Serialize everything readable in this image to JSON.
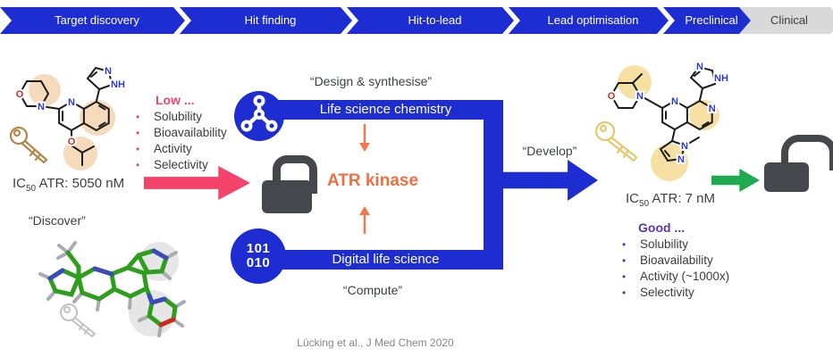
{
  "pipeline": {
    "stages": [
      {
        "label": "Target discovery",
        "state": "active"
      },
      {
        "label": "Hit finding",
        "state": "active"
      },
      {
        "label": "Hit-to-lead",
        "state": "active"
      },
      {
        "label": "Lead optimisation",
        "state": "active"
      },
      {
        "label": "Preclinical",
        "state": "active"
      },
      {
        "label": "Clinical",
        "state": "inactive"
      }
    ]
  },
  "left": {
    "ic50": {
      "prefix": "IC",
      "sub": "50",
      "rest": " ATR: 5050 nM"
    },
    "discover_label": "“Discover”",
    "low": {
      "title": "Low ...",
      "items": [
        "Solubility",
        "Bioavailability",
        "Activity",
        "Selectivity"
      ]
    },
    "molecule_atoms": [
      "O",
      "N",
      "N",
      "N",
      "NH",
      "O"
    ]
  },
  "center": {
    "design_label": "“Design & synthesise”",
    "compute_label": "“Compute”",
    "top_bar_label": "Life science chemistry",
    "bottom_bar_label": "Digital life science",
    "target_label": "ATR kinase",
    "binary_line1": "101",
    "binary_line2": "010",
    "develop_label": "“Develop”"
  },
  "right": {
    "ic50": {
      "prefix": "IC",
      "sub": "50",
      "rest": " ATR: 7 nM"
    },
    "good": {
      "title": "Good ...",
      "items": [
        "Solubility",
        "Bioavailability",
        "Activity (~1000x)",
        "Selectivity"
      ]
    },
    "molecule_atoms": [
      "O",
      "N",
      "N",
      "N",
      "N",
      "NH",
      "N",
      "N"
    ]
  },
  "footer": {
    "citation": "Lücking et al., J Med Chem 2020"
  },
  "colors": {
    "blue": "#1e2dd2",
    "stage_gray": "#d9d9d9",
    "pink": "#f4436b",
    "orange": "#ed7045",
    "purple": "#5a35b5",
    "green": "#1faa50",
    "lock_gray": "#44474b",
    "highlight_peach": "#f3d2ab",
    "highlight_yellow": "#f6da93"
  }
}
